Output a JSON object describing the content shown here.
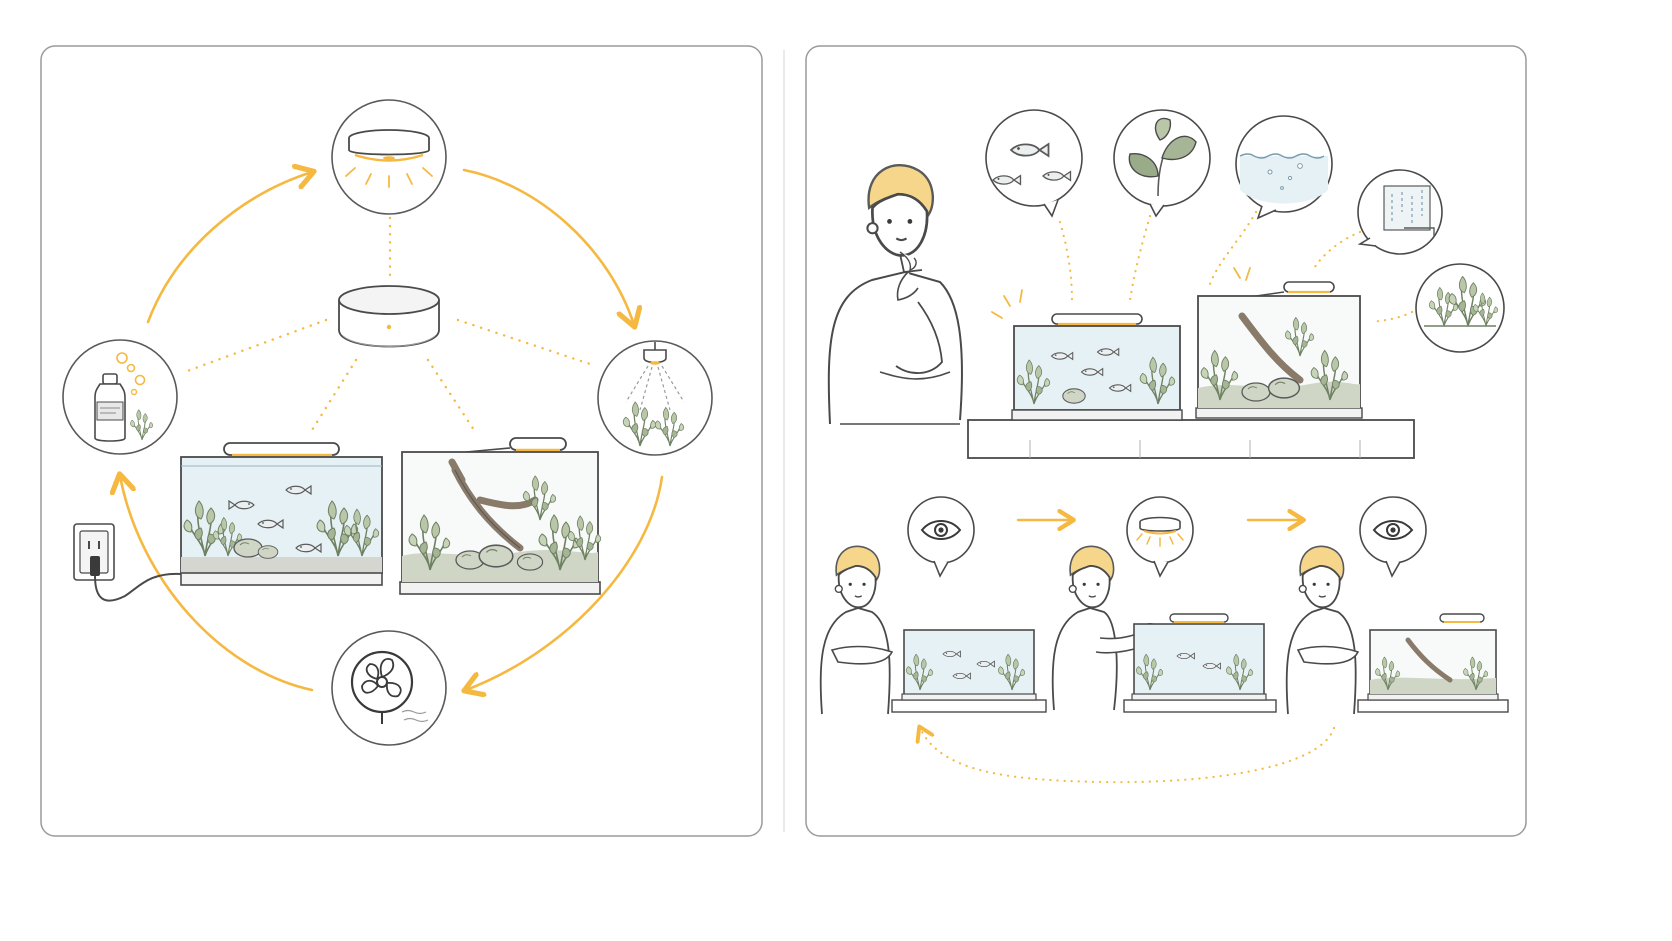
{
  "title": "",
  "colors": {
    "accent": "#f5b942",
    "accent_light": "#f8d27a",
    "line": "#4a4a4a",
    "panel_border": "#9a9a9a",
    "water": "#e6f1f6",
    "plant": "#9aab8a",
    "plant_dark": "#6f8163",
    "hair": "#f5d68a",
    "wood": "#8a7a6a"
  },
  "left_panel": {
    "hub": "smart-hub",
    "nodes": [
      "ceiling-light-icon",
      "grow-light-icon",
      "fan-icon",
      "fertilizer-bottle-icon"
    ],
    "devices": [
      "power-outlet-icon",
      "aquarium-fish-tank",
      "planted-terrarium-tank"
    ]
  },
  "right_panel": {
    "top_scene": {
      "bubbles": [
        "fish-icon",
        "leaf-icon",
        "water-icon",
        "humidity-glass-icon",
        "terrarium-plants-icon"
      ]
    },
    "bottom_sequence": {
      "steps": [
        "eye-icon",
        "ceiling-light-icon",
        "eye-icon"
      ]
    }
  }
}
